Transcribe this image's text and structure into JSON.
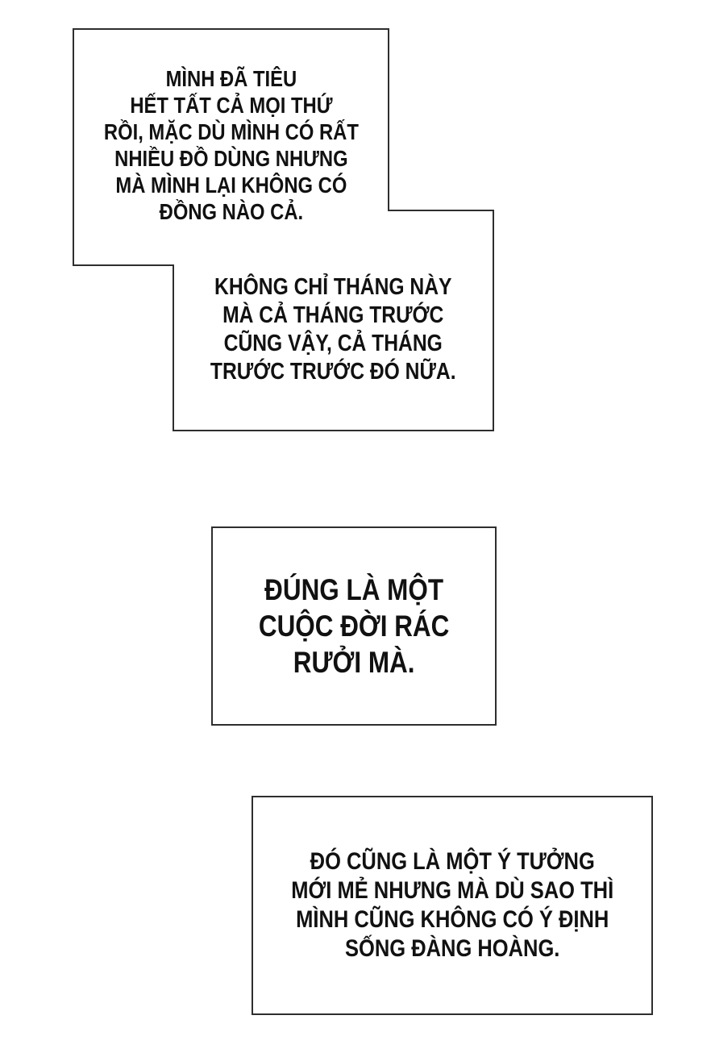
{
  "page": {
    "background_color": "#ffffff",
    "panel_border_color": "#2e2e2e",
    "text_color": "#111111"
  },
  "bubbles": [
    {
      "id": "speech-panel-1",
      "lines": [
        "MÌNH ĐÃ TIÊU",
        "HẾT TẤT CẢ MỌI THỨ",
        "RỒI, MẶC DÙ MÌNH CÓ RẤT",
        "NHIỀU ĐỒ DÙNG NHƯNG",
        "MÀ MÌNH LẠI KHÔNG CÓ",
        "ĐỒNG NÀO CẢ."
      ]
    },
    {
      "id": "speech-panel-2",
      "lines": [
        "KHÔNG CHỈ THÁNG NÀY",
        "MÀ CẢ THÁNG TRƯỚC",
        "CŨNG VẬY, CẢ THÁNG",
        "TRƯỚC TRƯỚC ĐÓ NỮA."
      ]
    },
    {
      "id": "speech-panel-3",
      "lines": [
        "ĐÚNG LÀ MỘT",
        "CUỘC ĐỜI RÁC",
        "RƯỞI MÀ."
      ]
    },
    {
      "id": "speech-panel-4",
      "lines": [
        "ĐÓ CŨNG LÀ MỘT Ý TƯỞNG",
        "MỚI MẺ NHƯNG MÀ DÙ SAO THÌ",
        "MÌNH CŨNG KHÔNG CÓ Ý ĐỊNH",
        "SỐNG ĐÀNG HOÀNG."
      ]
    }
  ]
}
